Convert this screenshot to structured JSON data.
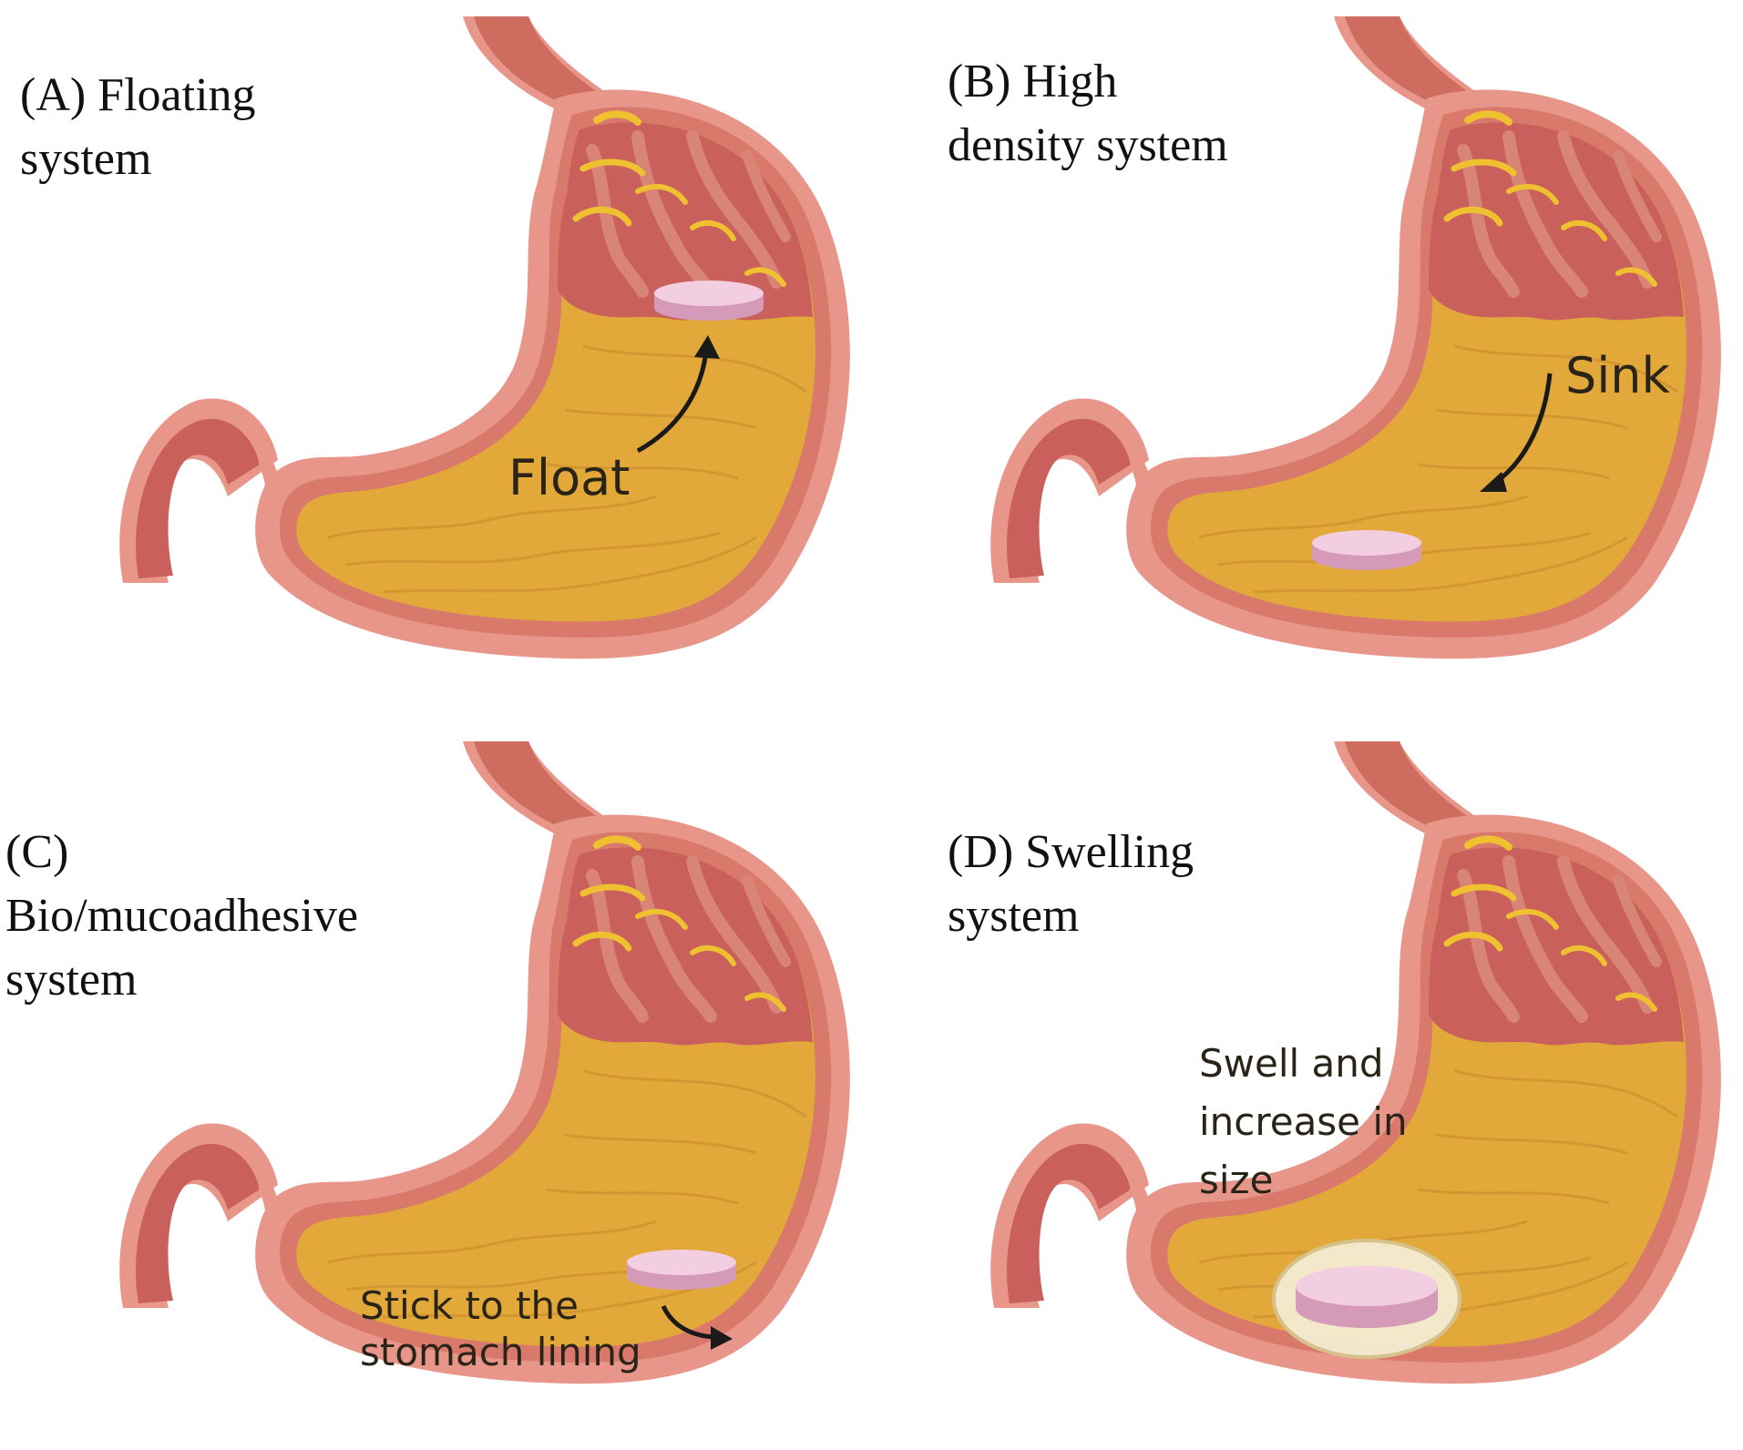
{
  "colors": {
    "outer_wall": "#e8968a",
    "inner_wall": "#d9796c",
    "fundus": "#c9605c",
    "fundus_fold": "#d88476",
    "gastric_content": "#e2a93a",
    "mucosa_line": "#c98b2a",
    "rugae_yellow": "#efc030",
    "esophagus": "#cf6c60",
    "duodenum": "#c9605c",
    "tablet_top": "#f3cde0",
    "tablet_side": "#d59ab8",
    "swelling_halo": "#f4ecd2",
    "arrow": "#1a1a1a"
  },
  "panels": [
    {
      "id": "A",
      "title_lines": [
        "(A) Floating",
        "system"
      ],
      "callout_lines": [
        "Float"
      ],
      "icon": "up-arrow-icon"
    },
    {
      "id": "B",
      "title_lines": [
        "(B) High",
        "density system"
      ],
      "callout_lines": [
        "Sink"
      ],
      "icon": "down-arrow-icon"
    },
    {
      "id": "C",
      "title_lines": [
        "(C)",
        "Bio/mucoadhesive",
        "system"
      ],
      "callout_lines": [
        "Stick to the",
        "stomach lining"
      ],
      "icon": "right-arrow-icon"
    },
    {
      "id": "D",
      "title_lines": [
        "(D) Swelling",
        "system"
      ],
      "callout_lines": [
        "Swell and",
        "increase in",
        "size"
      ],
      "icon": "swollen-tablet-icon"
    }
  ]
}
